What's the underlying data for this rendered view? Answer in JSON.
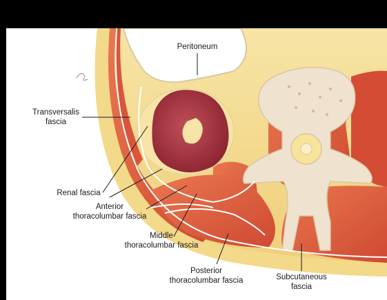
{
  "labels": {
    "peritoneum": "Peritoneum",
    "transversalis": [
      "Transversalis",
      "fascia"
    ],
    "renal": "Renal fascia",
    "anterior": [
      "Anterior",
      "thoracolumbar fascia"
    ],
    "middle": [
      "Middle",
      "thoracolumbar fascia"
    ],
    "posterior": [
      "Posterior",
      "thoracolumbar fascia"
    ],
    "subcutaneous": [
      "Subcutaneous",
      "fascia"
    ]
  },
  "colors": {
    "background": "#000000",
    "canvas": "#ffffff",
    "fat": "#f3d98a",
    "muscle": "#e0603c",
    "kidney": "#a8323c",
    "bone": "#efe2cf",
    "fascia_line": "#ffffff"
  }
}
